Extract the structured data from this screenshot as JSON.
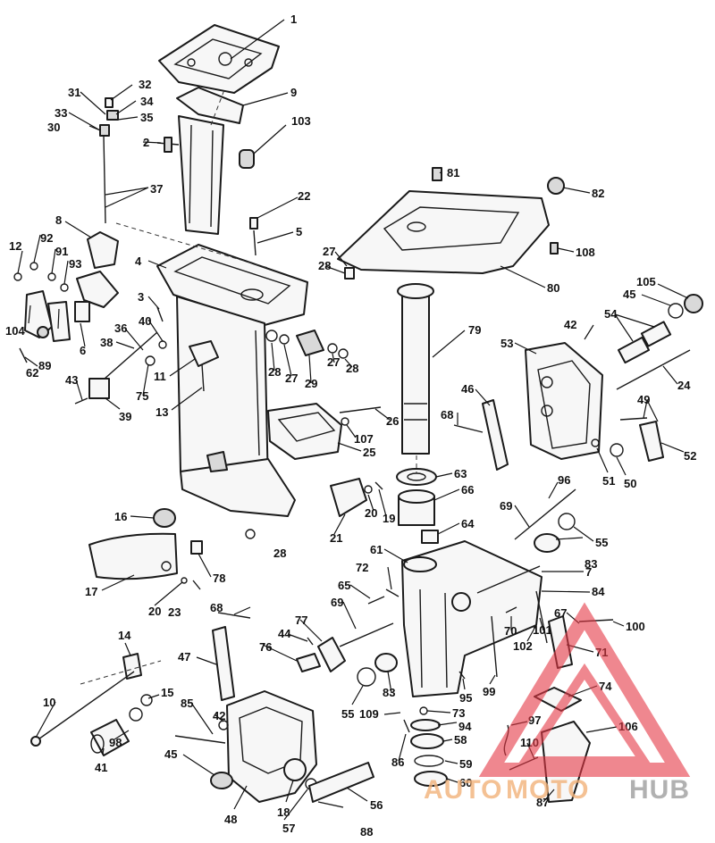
{
  "diagram": {
    "type": "exploded-parts-diagram",
    "callouts": [
      {
        "id": "c1",
        "label": "1"
      },
      {
        "id": "c2",
        "label": "2"
      },
      {
        "id": "c3",
        "label": "3"
      },
      {
        "id": "c4",
        "label": "4"
      },
      {
        "id": "c5",
        "label": "5"
      },
      {
        "id": "c6",
        "label": "6"
      },
      {
        "id": "c7",
        "label": "7"
      },
      {
        "id": "c8",
        "label": "8"
      },
      {
        "id": "c9",
        "label": "9"
      },
      {
        "id": "c10",
        "label": "10"
      },
      {
        "id": "c11",
        "label": "11"
      },
      {
        "id": "c12",
        "label": "12"
      },
      {
        "id": "c13",
        "label": "13"
      },
      {
        "id": "c14",
        "label": "14"
      },
      {
        "id": "c15",
        "label": "15"
      },
      {
        "id": "c16",
        "label": "16"
      },
      {
        "id": "c17",
        "label": "17"
      },
      {
        "id": "c18",
        "label": "18"
      },
      {
        "id": "c19",
        "label": "19"
      },
      {
        "id": "c20a",
        "label": "20"
      },
      {
        "id": "c20b",
        "label": "20"
      },
      {
        "id": "c21",
        "label": "21"
      },
      {
        "id": "c22",
        "label": "22"
      },
      {
        "id": "c23",
        "label": "23"
      },
      {
        "id": "c24",
        "label": "24"
      },
      {
        "id": "c25",
        "label": "25"
      },
      {
        "id": "c26",
        "label": "26"
      },
      {
        "id": "c27a",
        "label": "27"
      },
      {
        "id": "c27b",
        "label": "27"
      },
      {
        "id": "c27c",
        "label": "27"
      },
      {
        "id": "c28a",
        "label": "28"
      },
      {
        "id": "c28b",
        "label": "28"
      },
      {
        "id": "c28c",
        "label": "28"
      },
      {
        "id": "c28d",
        "label": "28"
      },
      {
        "id": "c29",
        "label": "29"
      },
      {
        "id": "c30",
        "label": "30"
      },
      {
        "id": "c31",
        "label": "31"
      },
      {
        "id": "c32",
        "label": "32"
      },
      {
        "id": "c33",
        "label": "33"
      },
      {
        "id": "c34",
        "label": "34"
      },
      {
        "id": "c35",
        "label": "35"
      },
      {
        "id": "c36",
        "label": "36"
      },
      {
        "id": "c37",
        "label": "37"
      },
      {
        "id": "c38",
        "label": "38"
      },
      {
        "id": "c39",
        "label": "39"
      },
      {
        "id": "c40",
        "label": "40"
      },
      {
        "id": "c41",
        "label": "41"
      },
      {
        "id": "c42a",
        "label": "42"
      },
      {
        "id": "c42b",
        "label": "42"
      },
      {
        "id": "c43",
        "label": "43"
      },
      {
        "id": "c44",
        "label": "44"
      },
      {
        "id": "c45a",
        "label": "45"
      },
      {
        "id": "c45b",
        "label": "45"
      },
      {
        "id": "c46",
        "label": "46"
      },
      {
        "id": "c47",
        "label": "47"
      },
      {
        "id": "c48",
        "label": "48"
      },
      {
        "id": "c49",
        "label": "49"
      },
      {
        "id": "c50",
        "label": "50"
      },
      {
        "id": "c51",
        "label": "51"
      },
      {
        "id": "c52",
        "label": "52"
      },
      {
        "id": "c53",
        "label": "53"
      },
      {
        "id": "c54",
        "label": "54"
      },
      {
        "id": "c55a",
        "label": "55"
      },
      {
        "id": "c55b",
        "label": "55"
      },
      {
        "id": "c56",
        "label": "56"
      },
      {
        "id": "c57",
        "label": "57"
      },
      {
        "id": "c58",
        "label": "58"
      },
      {
        "id": "c59",
        "label": "59"
      },
      {
        "id": "c60",
        "label": "60"
      },
      {
        "id": "c61",
        "label": "61"
      },
      {
        "id": "c62",
        "label": "62"
      },
      {
        "id": "c63",
        "label": "63"
      },
      {
        "id": "c64",
        "label": "64"
      },
      {
        "id": "c65",
        "label": "65"
      },
      {
        "id": "c66",
        "label": "66"
      },
      {
        "id": "c67",
        "label": "67"
      },
      {
        "id": "c68a",
        "label": "68"
      },
      {
        "id": "c68b",
        "label": "68"
      },
      {
        "id": "c69a",
        "label": "69"
      },
      {
        "id": "c69b",
        "label": "69"
      },
      {
        "id": "c70",
        "label": "70"
      },
      {
        "id": "c71",
        "label": "71"
      },
      {
        "id": "c72",
        "label": "72"
      },
      {
        "id": "c73",
        "label": "73"
      },
      {
        "id": "c74",
        "label": "74"
      },
      {
        "id": "c75",
        "label": "75"
      },
      {
        "id": "c76",
        "label": "76"
      },
      {
        "id": "c77",
        "label": "77"
      },
      {
        "id": "c78",
        "label": "78"
      },
      {
        "id": "c79",
        "label": "79"
      },
      {
        "id": "c80",
        "label": "80"
      },
      {
        "id": "c81",
        "label": "81"
      },
      {
        "id": "c82",
        "label": "82"
      },
      {
        "id": "c83a",
        "label": "83"
      },
      {
        "id": "c83b",
        "label": "83"
      },
      {
        "id": "c84",
        "label": "84"
      },
      {
        "id": "c85",
        "label": "85"
      },
      {
        "id": "c86",
        "label": "86"
      },
      {
        "id": "c87",
        "label": "87"
      },
      {
        "id": "c88",
        "label": "88"
      },
      {
        "id": "c89",
        "label": "89"
      },
      {
        "id": "c91",
        "label": "91"
      },
      {
        "id": "c92",
        "label": "92"
      },
      {
        "id": "c93",
        "label": "93"
      },
      {
        "id": "c94",
        "label": "94"
      },
      {
        "id": "c95",
        "label": "95"
      },
      {
        "id": "c96",
        "label": "96"
      },
      {
        "id": "c97",
        "label": "97"
      },
      {
        "id": "c98",
        "label": "98"
      },
      {
        "id": "c99",
        "label": "99"
      },
      {
        "id": "c100",
        "label": "100"
      },
      {
        "id": "c101",
        "label": "101"
      },
      {
        "id": "c102",
        "label": "102"
      },
      {
        "id": "c103",
        "label": "103"
      },
      {
        "id": "c104",
        "label": "104"
      },
      {
        "id": "c105",
        "label": "105"
      },
      {
        "id": "c106",
        "label": "106"
      },
      {
        "id": "c107",
        "label": "107"
      },
      {
        "id": "c108",
        "label": "108"
      },
      {
        "id": "c109",
        "label": "109"
      },
      {
        "id": "c110",
        "label": "110"
      }
    ]
  },
  "watermark": {
    "part1": "AUTO",
    "part2": "MOTO",
    "part3": "HUB",
    "color_primary": "#f2b27a",
    "color_secondary": "#9e9e9e",
    "color_logo": "#e63946"
  }
}
